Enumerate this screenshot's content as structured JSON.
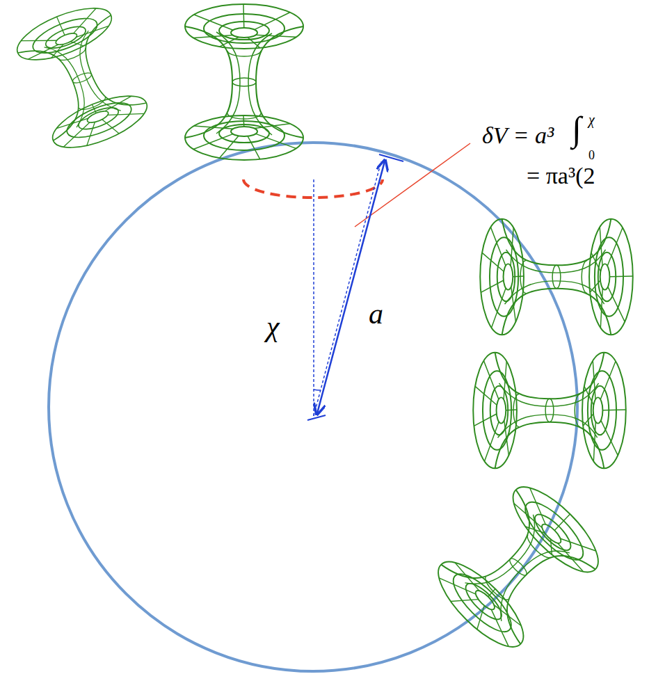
{
  "diagram": {
    "labels": [
      "δV = a³",
      "∫",
      "0",
      "χ",
      "= πa³(2",
      "χ",
      "a"
    ]
  }
}
